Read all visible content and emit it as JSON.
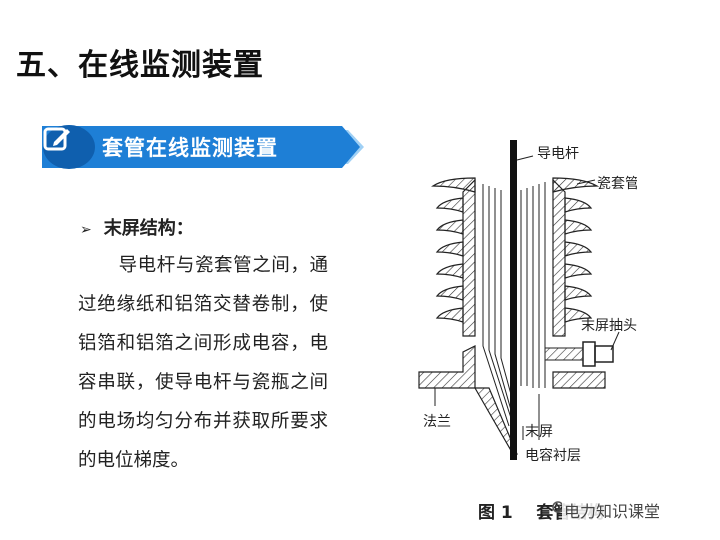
{
  "page": {
    "title": "五、在线监测装置"
  },
  "banner": {
    "label": "套管在线监测装置",
    "icon": "edit-icon",
    "color": "#1e7fd6"
  },
  "section": {
    "bullet": "➢",
    "heading": "末屏结构：",
    "paragraph": "导电杆与瓷套管之间，通过绝缘纸和铝箔交替卷制，使铝箔和铝箔之间形成电容，电容串联，使导电杆与瓷瓶之间的电场均匀分布并获取所要求的电位梯度。"
  },
  "figure": {
    "labels": {
      "conductor": "导电杆",
      "porcelain": "瓷套管",
      "tap": "末屏抽头",
      "flange": "法兰",
      "last_screen": "末屏",
      "capacitor_layer": "电容衬层"
    },
    "caption": "图 1    套管结构",
    "watermark": "电力知识课堂"
  }
}
